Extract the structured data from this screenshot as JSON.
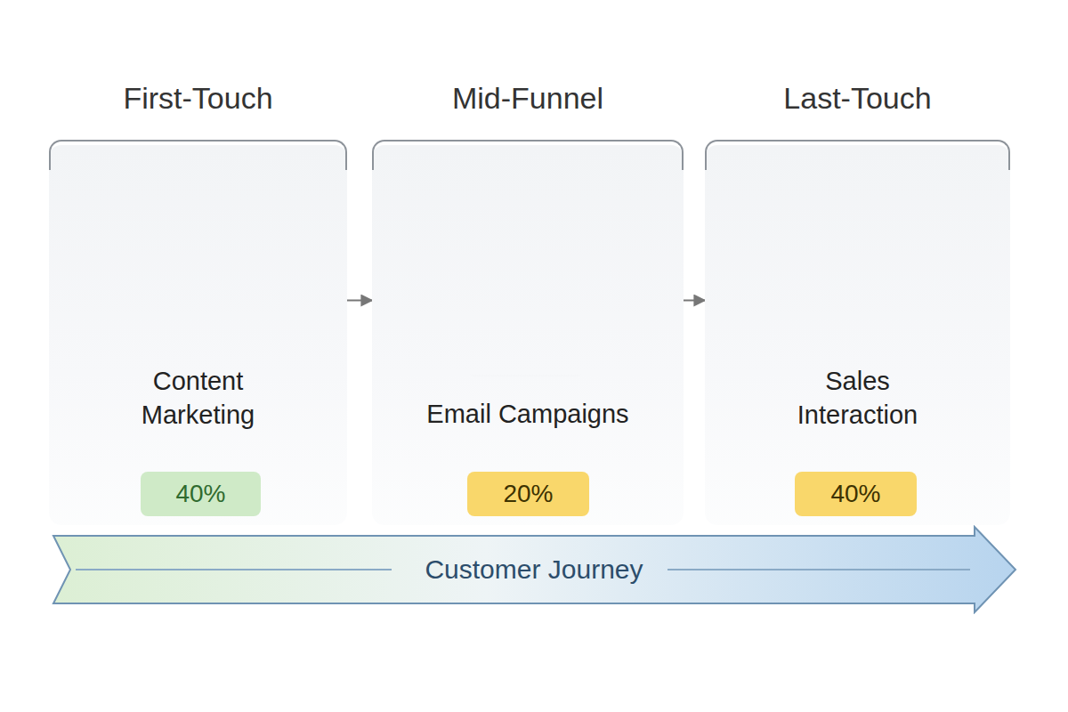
{
  "diagram": {
    "nodes": [
      {
        "text": [
          "First-Touch",
          "Content Marketing"
        ]
      },
      {
        "text": [
          "40%"
        ],
        "in": 0
      },
      {
        "text": [
          "Mid-Funnel",
          "Email Campaigns"
        ]
      },
      {
        "text": [
          "20%"
        ],
        "in": 2
      },
      {
        "text": [
          "Last-Touch",
          "Sales Interaction"
        ]
      },
      {
        "text": [
          "40%"
        ],
        "in": 4
      },
      {
        "text": [
          "Customer Journey"
        ]
      }
    ],
    "edges": [
      {
        "from": 0,
        "to": 2,
        "arrow": "to"
      },
      {
        "from": 2,
        "to": 4,
        "arrow": "to"
      }
    ]
  }
}
